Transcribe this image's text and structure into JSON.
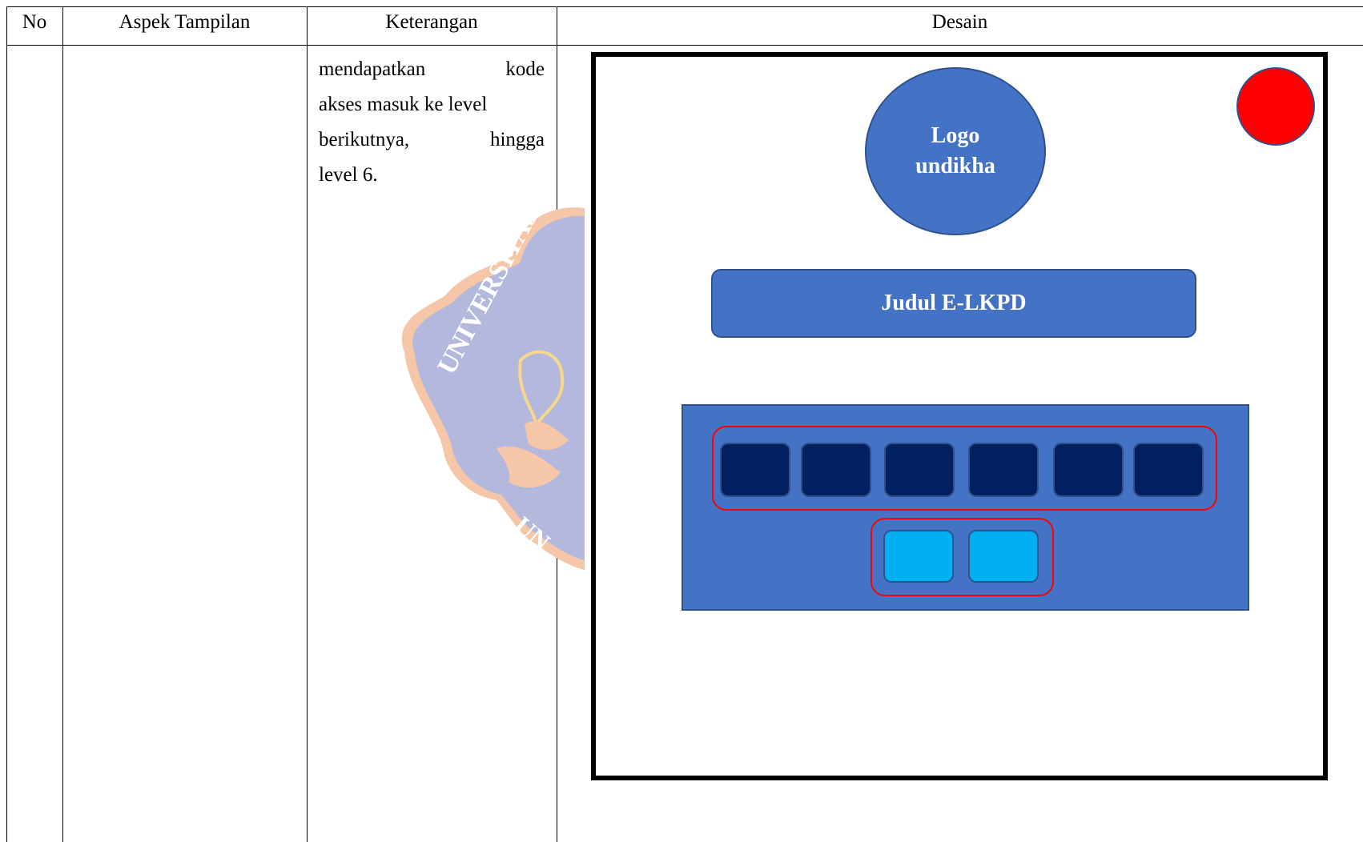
{
  "table": {
    "headers": {
      "no": "No",
      "aspek": "Aspek Tampilan",
      "keterangan": "Keterangan",
      "desain": "Desain"
    },
    "keterangan_lines": [
      [
        "mendapatkan",
        "kode"
      ],
      [
        "akses masuk ke level"
      ],
      [
        "berikutnya,",
        "hingga"
      ],
      [
        "level 6."
      ]
    ]
  },
  "watermark": {
    "text_top": "UNIVERSITAS",
    "text_bottom": "UN",
    "colors": {
      "shield": "#b3b8dc",
      "border": "#f5c7a8"
    }
  },
  "design": {
    "logo_text_line1": "Logo",
    "logo_text_line2": "undikha",
    "title_text": "Judul E-LKPD",
    "level_slot_count": 6,
    "action_slot_count": 2,
    "colors": {
      "primary": "#4472c4",
      "outline": "#2f528f",
      "close_button": "#ff0000",
      "level_slot": "#002060",
      "action_slot": "#00b0f0",
      "group_outline": "#ff0000"
    }
  }
}
